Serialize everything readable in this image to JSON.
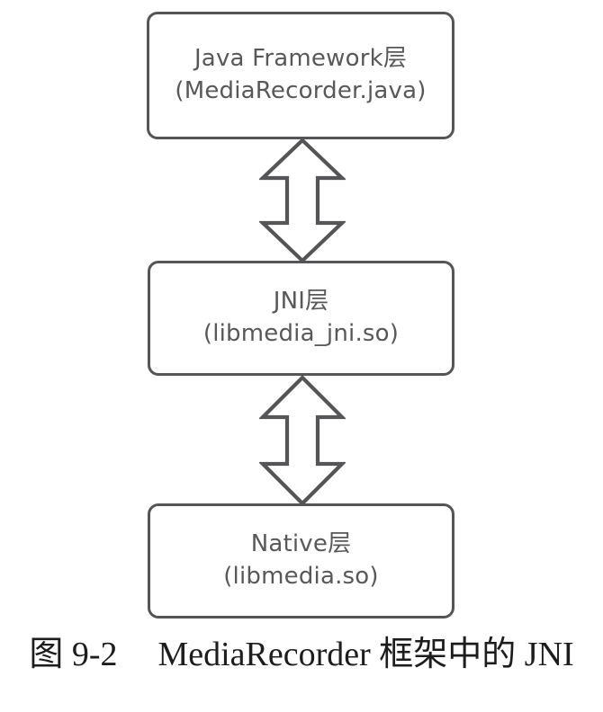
{
  "diagram": {
    "title": "MediaRecorder JNI layer architecture",
    "stroke_color": "#555456",
    "text_color": "#585858",
    "background_color": "#ffffff",
    "boxes": [
      {
        "id": "java-framework",
        "line1": "Java Framework层",
        "line2": "(MediaRecorder.java)"
      },
      {
        "id": "jni",
        "line1": "JNI层",
        "line2": "(libmedia_jni.so)"
      },
      {
        "id": "native",
        "line1": "Native层",
        "line2": "(libmedia.so)"
      }
    ],
    "connectors": [
      {
        "id": "java-to-jni",
        "icon": "double-headed-vertical-arrow-icon",
        "from": "java-framework",
        "to": "jni"
      },
      {
        "id": "jni-to-native",
        "icon": "double-headed-vertical-arrow-icon",
        "from": "jni",
        "to": "native"
      }
    ]
  },
  "caption": {
    "label": "图 9-2",
    "text": "MediaRecorder 框架中的 JNI"
  }
}
